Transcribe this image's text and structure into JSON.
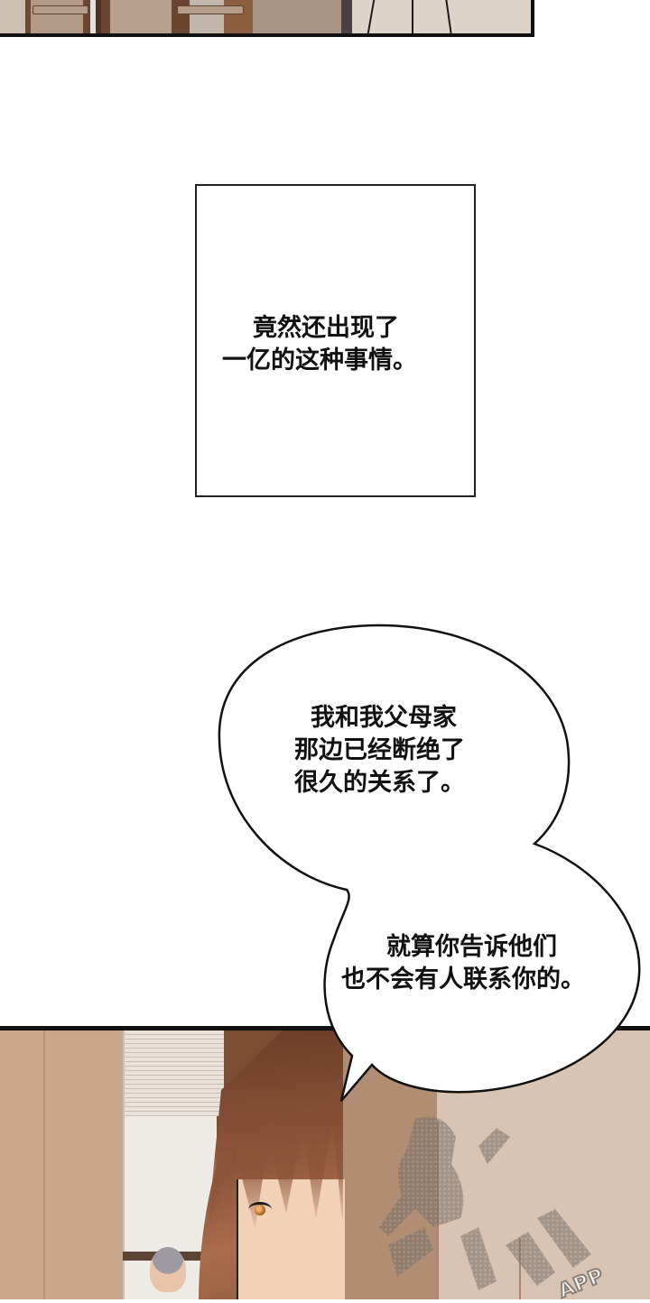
{
  "page": {
    "type": "webtoon-strip",
    "background": "#ffffff"
  },
  "panels": {
    "top": {
      "description": "Cropped bottom edge of previous panel showing wooden doors",
      "border_color": "#111111"
    },
    "caption": {
      "lines": [
        "竟然还出现了",
        "一亿的这种事情。"
      ],
      "border_color": "#222222"
    },
    "speech_bubble": {
      "part1_lines": [
        "我和我父母家",
        "那边已经断绝了",
        "很久的关系了。"
      ],
      "part2_lines": [
        "就算你告诉他们",
        "也不会有人联系你的。"
      ]
    },
    "bottom": {
      "description": "Brown-haired man with amber eye peeking in foreground; grey-haired man in background near window blinds",
      "hair_color": "#7d4a33",
      "eye_color": "#b4681e",
      "wall_color": "#c9a88e"
    }
  },
  "watermark": {
    "icon": "running-mascot-icon",
    "text": "APP"
  }
}
